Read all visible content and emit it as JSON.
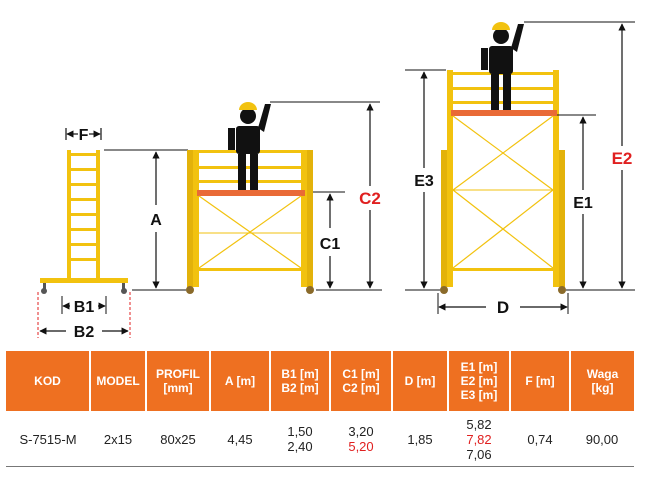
{
  "labels": {
    "F": "F",
    "A": "A",
    "B1": "B1",
    "B2": "B2",
    "C1": "C1",
    "C2": "C2",
    "D": "D",
    "E1": "E1",
    "E2": "E2",
    "E3": "E3"
  },
  "colors": {
    "frame": "#f2c20f",
    "platform": "#e96a36",
    "header": "#ee7021",
    "highlight": "#e02020"
  },
  "table": {
    "headers": [
      [
        "KOD"
      ],
      [
        "MODEL"
      ],
      [
        "PROFIL",
        "[mm]"
      ],
      [
        "A [m]"
      ],
      [
        "B1 [m]",
        "B2 [m]"
      ],
      [
        "C1 [m]",
        "C2 [m]"
      ],
      [
        "D [m]"
      ],
      [
        "E1 [m]",
        "E2 [m]",
        "E3 [m]"
      ],
      [
        "F [m]"
      ],
      [
        "Waga",
        "[kg]"
      ]
    ],
    "row": {
      "kod": "S-7515-M",
      "model": "2x15",
      "profil": "80x25",
      "a": "4,45",
      "b1": "1,50",
      "b2": "2,40",
      "c1": "3,20",
      "c2": "5,20",
      "d": "1,85",
      "e1": "5,82",
      "e2": "7,82",
      "e3": "7,06",
      "f": "0,74",
      "waga": "90,00"
    }
  }
}
